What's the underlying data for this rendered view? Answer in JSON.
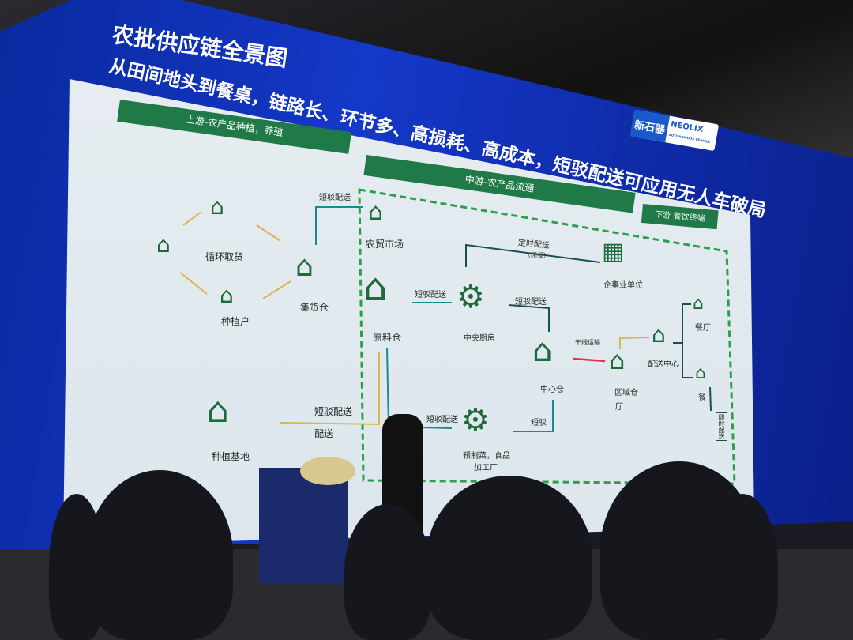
{
  "slide": {
    "title": "农批供应链全景图",
    "subtitle": "从田间地头到餐桌，链路长、环节多、高损耗、高成本，短驳配送可应用无人车破局",
    "logo": {
      "cn": "新石器",
      "en": "NEOLIX",
      "tag": "AUTONOMOUS VEHICLE"
    },
    "bands": {
      "upstream": "上游-农产品种植，养殖",
      "midstream": "中游-农产品流通",
      "downstream": "下游-餐饮终端"
    },
    "nodes": {
      "loop": "循环取货",
      "grower": "种植户",
      "collect": "集货仓",
      "base": "种植基地",
      "market": "农贸市场",
      "raw": "原料仓",
      "kitchen": "中央厨房",
      "corp": "企事业单位",
      "center": "中心仓",
      "region": "区域仓",
      "region2": "厅",
      "dist": "配送中心",
      "restaurant": "餐厅",
      "restaurant2": "餐",
      "factory": "预制菜，食品",
      "factory2": "加工厂",
      "instant": "即时配送"
    },
    "edges": {
      "e1": "短驳配送",
      "e2": "定时配送",
      "e2b": "（团餐）",
      "e3": "短驳配送",
      "e4": "短驳配送",
      "e5": "干线运输",
      "e6": "短驳配送",
      "e6b": "配送",
      "e7": "短驳配送",
      "e8": "短驳"
    }
  },
  "colors": {
    "screen": "#1438c8",
    "band": "#1f7a48",
    "icon": "#1d6b3a",
    "arrow_teal": "#1a8a8a",
    "arrow_yellow": "#d8b84a",
    "arrow_red": "#e0304a"
  }
}
